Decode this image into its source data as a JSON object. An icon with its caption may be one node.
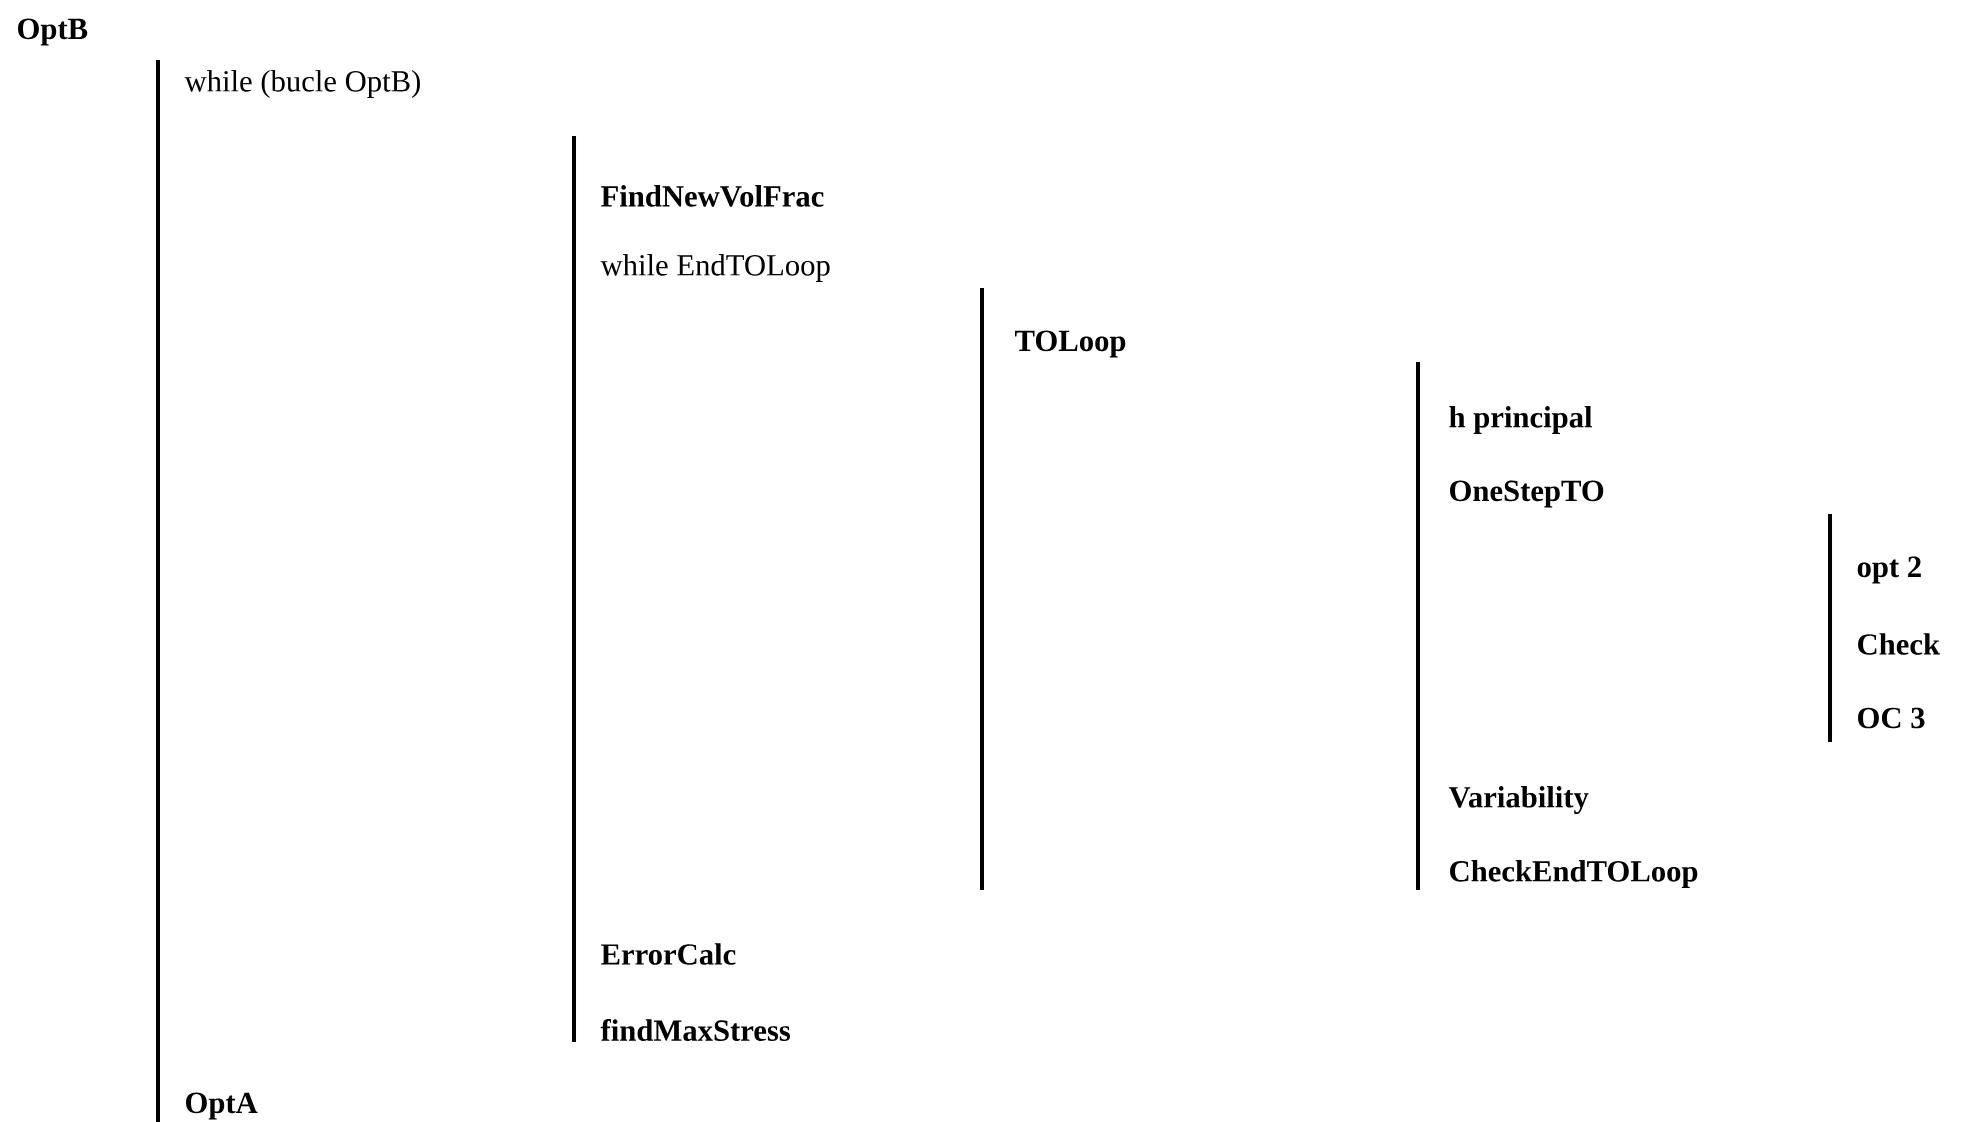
{
  "diagram": {
    "labels": [
      "OptB",
      "while (bucle OptB)",
      "FindNewVolFrac",
      "while EndTOLoop",
      "TOLoop",
      "h  principal",
      "OneStepTO",
      "opt  2",
      "Check",
      "OC  3",
      "Variability",
      "CheckEndTOLoop",
      "ErrorCalc",
      "findMaxStress",
      "OptA"
    ]
  }
}
